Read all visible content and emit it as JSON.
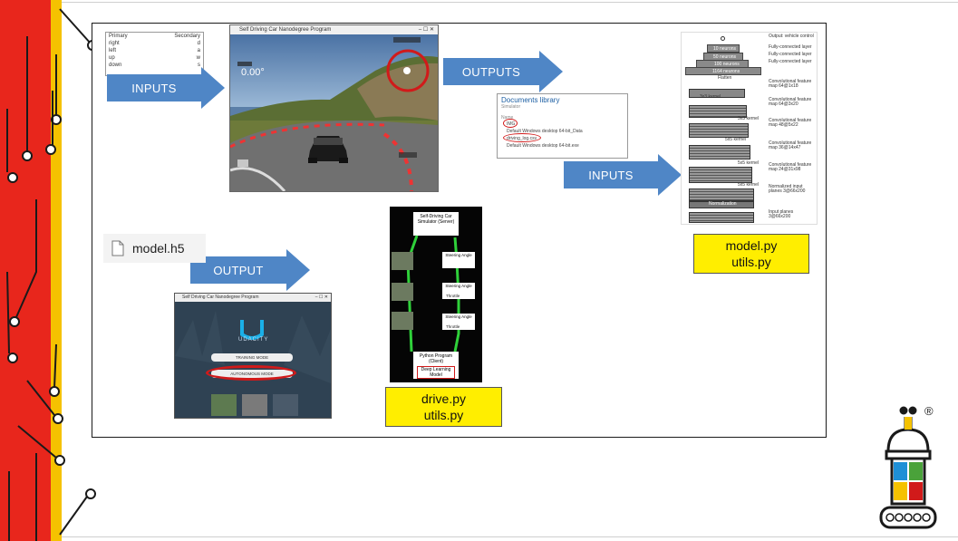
{
  "colors": {
    "accent_arrow": "#4f86c6",
    "highlight_box": "#ffee00",
    "circle_mark": "#d11a1a",
    "left_bar_red": "#e8261c",
    "left_bar_yellow": "#f5c200"
  },
  "key_table": {
    "headers": [
      "Primary",
      "Secondary"
    ],
    "rows": [
      [
        "right",
        "d"
      ],
      [
        "left",
        "a"
      ],
      [
        "up",
        "w"
      ],
      [
        "down",
        "s"
      ]
    ]
  },
  "arrows": {
    "inputs_top": "INPUTS",
    "outputs": "OUTPUTS",
    "inputs_right": "INPUTS",
    "output_bottom": "OUTPUT"
  },
  "simulator": {
    "title": "Self Driving Car Nanodegree Program",
    "speed": "0.00°"
  },
  "documents": {
    "title": "Documents library",
    "subtitle": "Simulator",
    "col_header": "Name",
    "items": [
      "IMG",
      "Default Windows desktop 64-bit_Data",
      "driving_log.csv",
      "Default Windows desktop 64-bit.exe"
    ]
  },
  "network": {
    "labels": [
      "Output: vehicle control",
      "Fully-connected layer",
      "Fully-connected layer",
      "Fully-connected layer",
      "Flatten",
      "Convolutional feature map 64@1x18",
      "Convolutional feature map 64@3x20",
      "Convolutional feature map 48@5x22",
      "Convolutional feature map 36@14x47",
      "Convolutional feature map 24@31x98",
      "Normalized input planes 3@66x200",
      "Input planes 3@66x200"
    ],
    "layer_names": [
      "10 neurons",
      "50 neurons",
      "100 neurons",
      "1164 neurons"
    ],
    "kernels": [
      "3x3 kernel",
      "3x3 kernel",
      "5x5 kernel",
      "5x5 kernel",
      "5x5 kernel"
    ],
    "normalization": "Normalization"
  },
  "model_file": "model.h5",
  "udacity_menu": {
    "title": "Self Driving Car Nanodegree Program",
    "brand": "UDACITY",
    "buttons": [
      "TRAINING MODE",
      "AUTONOMOUS MODE"
    ]
  },
  "flow_diagram": {
    "server": "Self-Driving Car Simulator (Server)",
    "client": "Python Program (Client)",
    "client_sub": "Deep Learning Model",
    "steering": [
      "Steering Angle",
      "Steering Angle",
      "Steering Angle"
    ],
    "throttle": [
      "Throttle",
      "Throttle"
    ]
  },
  "yellow_boxes": {
    "model": [
      "model.py",
      "utils.py"
    ],
    "drive": [
      "drive.py",
      "utils.py"
    ]
  },
  "logo_registered": "®"
}
